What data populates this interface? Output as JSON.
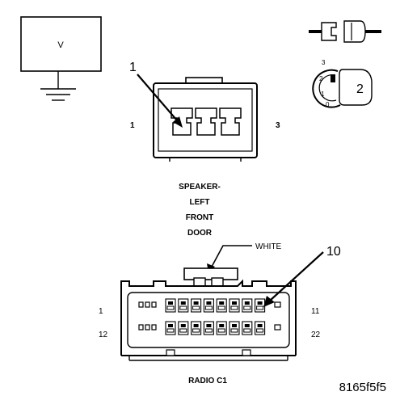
{
  "voltmeter": {
    "label": "V"
  },
  "test_probe_icon": {
    "name": "test-probe-icon"
  },
  "ignition_switch": {
    "positions": [
      "3",
      "2",
      "1",
      "0"
    ],
    "callout": "2"
  },
  "speaker_connector": {
    "callout": "1",
    "pin_left": "1",
    "pin_right": "3",
    "name_lines": [
      "SPEAKER-",
      "LEFT",
      "FRONT",
      "DOOR"
    ]
  },
  "radio_connector": {
    "wire_label": "WHITE",
    "callout": "10",
    "pin_top_left": "1",
    "pin_top_right": "11",
    "pin_bottom_left": "12",
    "pin_bottom_right": "22",
    "name": "RADIO C1"
  },
  "figure_id": "8165f5f5"
}
